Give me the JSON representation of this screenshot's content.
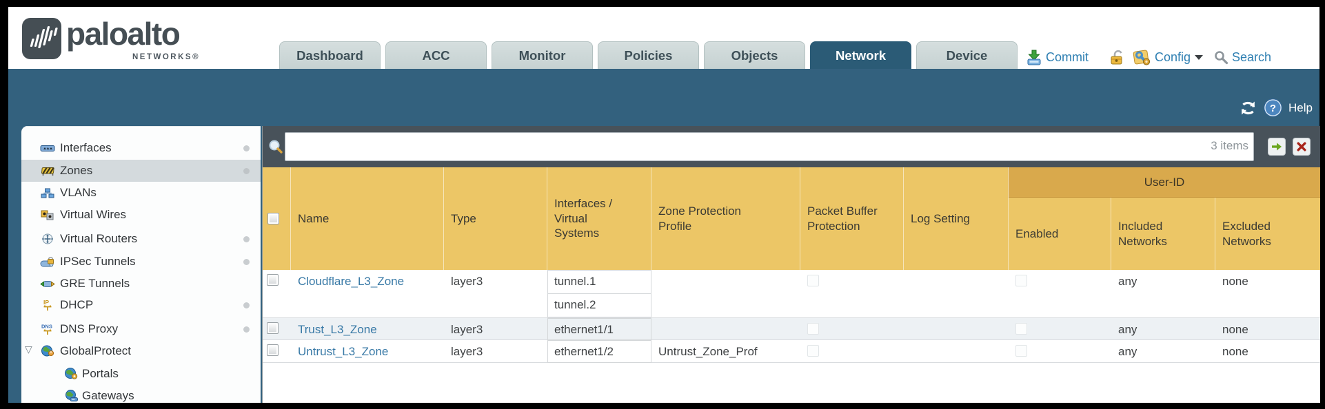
{
  "colors": {
    "frame": "#000000",
    "teal_band": "#33617e",
    "active_tab": "#2b5b76",
    "inactive_tab": "#ccd8d8",
    "toolbar_dark": "#48525a",
    "header_gold": "#ecc666",
    "userid_band_gold": "#d9a94c",
    "link_blue": "#3879a6",
    "util_blue": "#2e7fb2",
    "row_alt": "#edf1f4"
  },
  "topbar": {
    "wordmark": "paloalto",
    "wordmark_sub": "NETWORKS®",
    "tabs": [
      {
        "label": "Dashboard",
        "active": false
      },
      {
        "label": "ACC",
        "active": false
      },
      {
        "label": "Monitor",
        "active": false
      },
      {
        "label": "Policies",
        "active": false
      },
      {
        "label": "Objects",
        "active": false
      },
      {
        "label": "Network",
        "active": true
      },
      {
        "label": "Device",
        "active": false
      }
    ],
    "commit_label": "Commit",
    "config_label": "Config",
    "search_label": "Search"
  },
  "band": {
    "help_label": "Help"
  },
  "toolbar": {
    "filter_value": "",
    "items_count": "3 items"
  },
  "sidebar": {
    "items": [
      {
        "label": "Interfaces",
        "icon": "interfaces-icon",
        "dot": true,
        "selected": false
      },
      {
        "label": "Zones",
        "icon": "zones-icon",
        "dot": true,
        "selected": true
      },
      {
        "label": "VLANs",
        "icon": "vlans-icon",
        "dot": false
      },
      {
        "label": "Virtual Wires",
        "icon": "virtual-wires-icon",
        "dot": false
      },
      {
        "label": "Virtual Routers",
        "icon": "virtual-routers-icon",
        "dot": true
      },
      {
        "label": "IPSec Tunnels",
        "icon": "ipsec-tunnels-icon",
        "dot": true
      },
      {
        "label": "GRE Tunnels",
        "icon": "gre-tunnels-icon",
        "dot": false
      },
      {
        "label": "DHCP",
        "icon": "dhcp-icon",
        "dot": true
      },
      {
        "label": "DNS Proxy",
        "icon": "dns-proxy-icon",
        "dot": true
      },
      {
        "label": "GlobalProtect",
        "icon": "globalprotect-icon",
        "dot": false,
        "expanded": true
      },
      {
        "label": "Portals",
        "icon": "portals-icon",
        "child": true
      },
      {
        "label": "Gateways",
        "icon": "gateways-icon",
        "child": true
      }
    ]
  },
  "table": {
    "group_header": "User-ID",
    "columns": [
      "Name",
      "Type",
      "Interfaces / Virtual Systems",
      "Zone Protection Profile",
      "Packet Buffer Protection",
      "Log Setting",
      "Enabled",
      "Included Networks",
      "Excluded Networks"
    ],
    "rows": [
      {
        "name": "Cloudflare_L3_Zone",
        "type": "layer3",
        "interfaces": [
          "tunnel.1",
          "tunnel.2"
        ],
        "zone_protection_profile": "",
        "packet_buffer_protection": false,
        "log_setting": "",
        "user_id_enabled": false,
        "included_networks": "any",
        "excluded_networks": "none"
      },
      {
        "name": "Trust_L3_Zone",
        "type": "layer3",
        "interfaces": [
          "ethernet1/1"
        ],
        "zone_protection_profile": "",
        "packet_buffer_protection": false,
        "log_setting": "",
        "user_id_enabled": false,
        "included_networks": "any",
        "excluded_networks": "none"
      },
      {
        "name": "Untrust_L3_Zone",
        "type": "layer3",
        "interfaces": [
          "ethernet1/2"
        ],
        "zone_protection_profile": "Untrust_Zone_Prof",
        "packet_buffer_protection": false,
        "log_setting": "",
        "user_id_enabled": false,
        "included_networks": "any",
        "excluded_networks": "none"
      }
    ]
  },
  "icons": {
    "logo-icon": "white slanted waveform bars on dark rounded square",
    "commit-icon": "blue tray with green down arrow",
    "lock-icon": "gold open padlock",
    "config-icon": "gold tile with blue wrench and gold gear",
    "search-icon": "gray magnifier",
    "refresh-icon": "white circular arrows",
    "help-icon": "blue circle with question mark",
    "filter-search-icon": "pale magnifier with gold handle",
    "apply-filter-icon": "green right arrow button",
    "clear-filter-icon": "red x button",
    "expand-arrow-icon": "open triangle pointing down",
    "interfaces-icon": "blue interface bar",
    "zones-icon": "yellow-black striped barrier",
    "vlans-icon": "three linked blue nodes",
    "virtual-wires-icon": "gold and gray squares",
    "virtual-routers-icon": "compass circle with arrows",
    "ipsec-tunnels-icon": "blue tunnel with gold lock",
    "gre-tunnels-icon": "blue tunnel with arrows",
    "dhcp-icon": "gold IP tree",
    "dns-proxy-icon": "blue DNS tree",
    "globalprotect-icon": "globe with user",
    "portals-icon": "globe with gear",
    "gateways-icon": "globe with tray"
  }
}
